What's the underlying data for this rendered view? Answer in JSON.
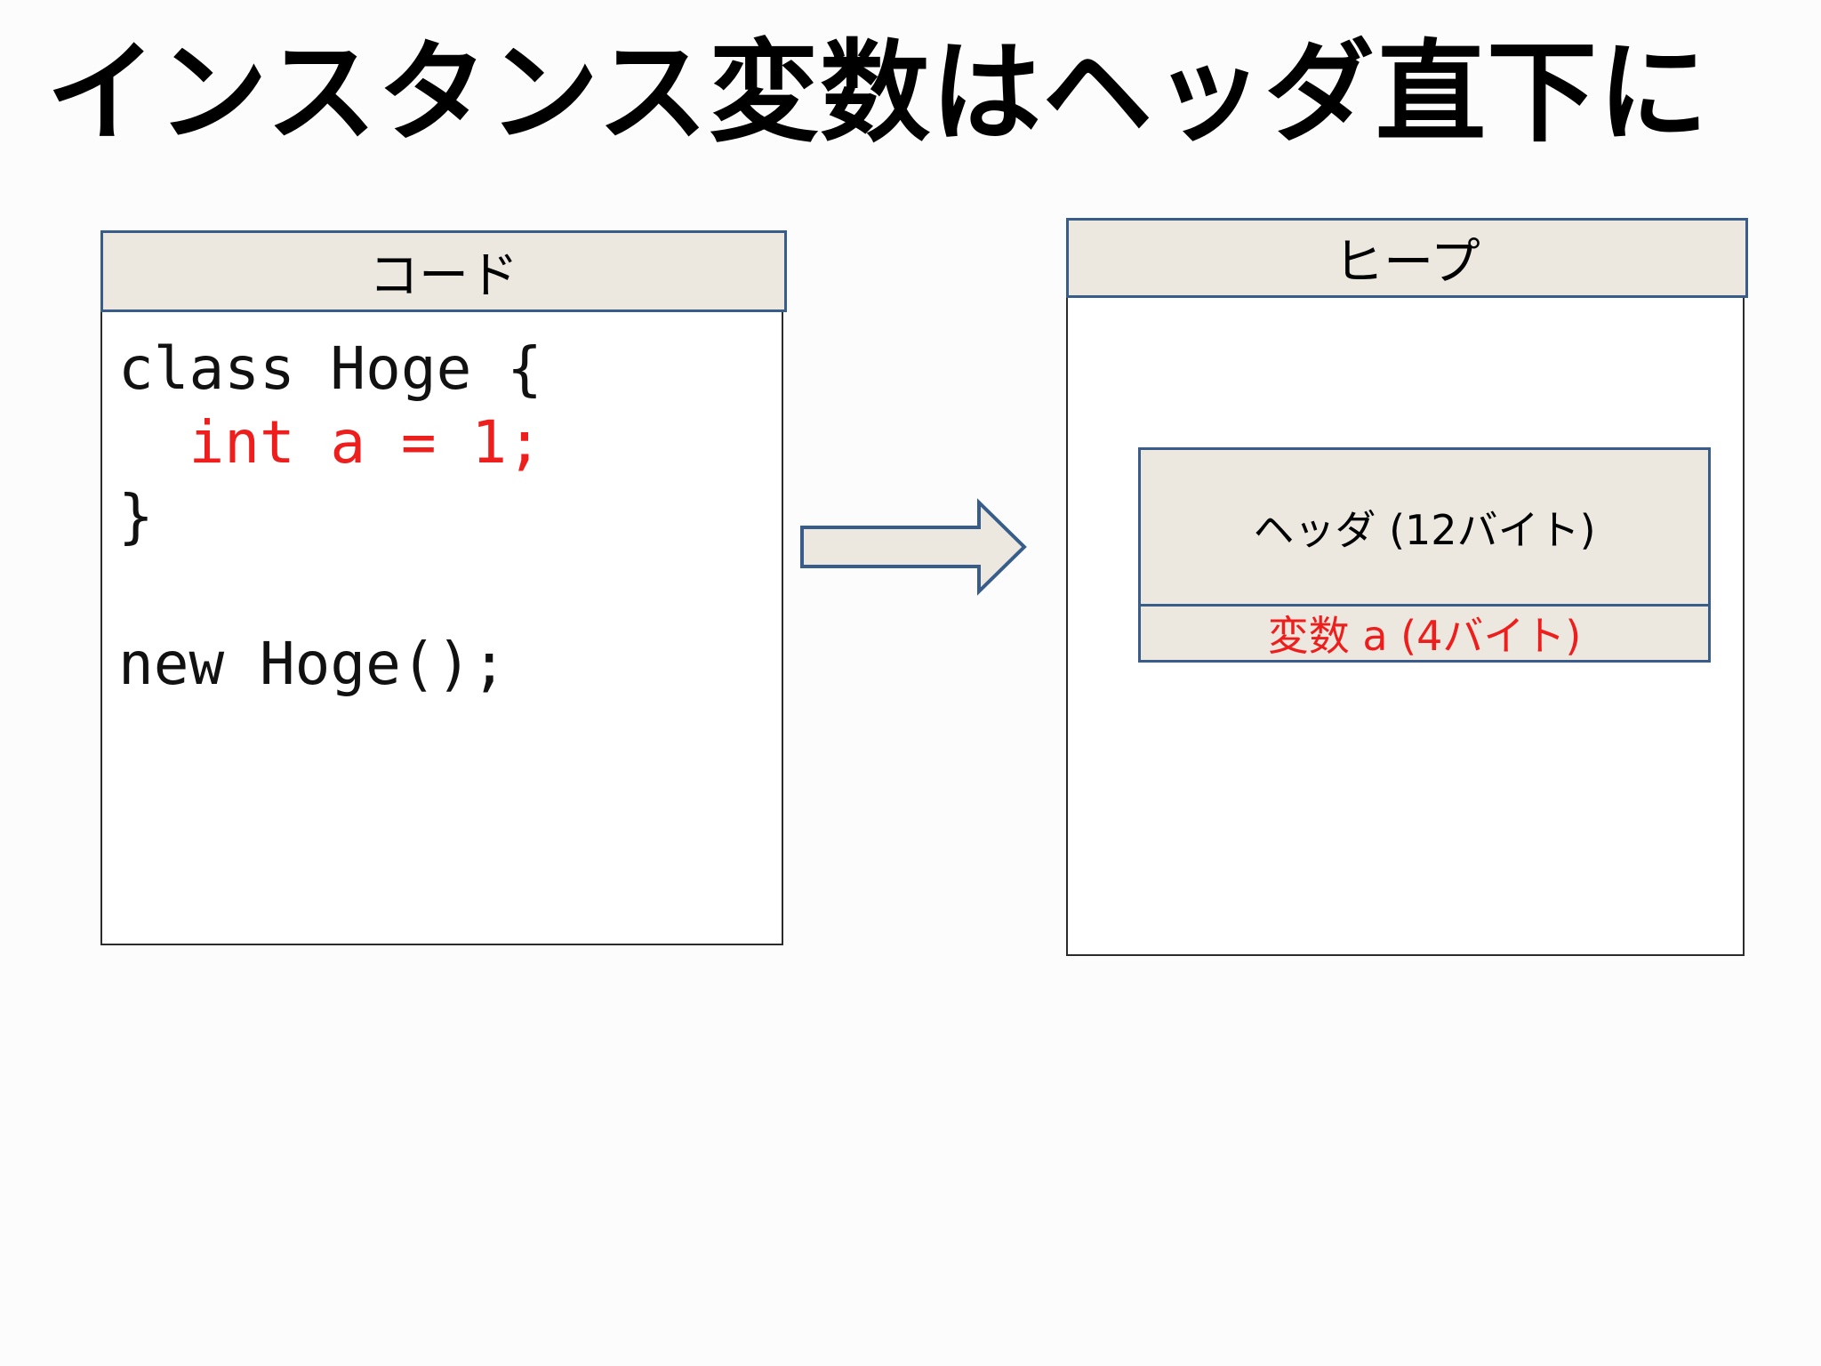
{
  "title": "インスタンス変数はヘッダ直下に",
  "code_panel": {
    "header": "コード",
    "lines": [
      {
        "text": "class Hoge {"
      },
      {
        "text": "  int a = 1;"
      },
      {
        "text": "}"
      },
      {
        "text": ""
      },
      {
        "text": "new Hoge();"
      }
    ]
  },
  "arrow": {
    "direction": "right"
  },
  "heap_panel": {
    "header": "ヒープ",
    "object_header_block": "ヘッダ (12バイト)",
    "variable_block": "変数 a (4バイト)"
  },
  "colors": {
    "panel-fill": "#ECE8DF",
    "blue-border": "#385D8A",
    "dark-border": "#2B2B2B",
    "code-red": "#EE1E1C",
    "text-black": "#000000"
  }
}
